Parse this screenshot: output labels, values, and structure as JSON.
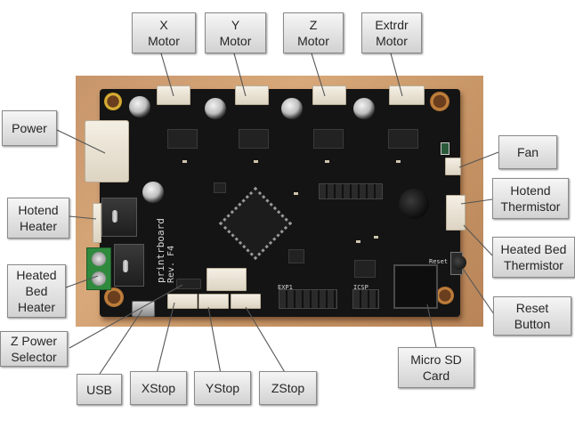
{
  "figure": {
    "board_name": "printrboard",
    "board_rev": "Rev. F4",
    "silkscreen": {
      "exp": "EXP1",
      "icsp": "ICSP",
      "reset": "Reset"
    },
    "colors": {
      "label_bg": "#e2e2e2",
      "label_border": "#8a8a8a",
      "leader_line": "#555555",
      "pcb": "#141414",
      "wood": "#c99868"
    }
  },
  "labels": {
    "x_motor": "X\nMotor",
    "y_motor": "Y\nMotor",
    "z_motor": "Z\nMotor",
    "extrdr_motor": "Extrdr\nMotor",
    "power": "Power",
    "hotend_heater": "Hotend\nHeater",
    "heated_bed_heater": "Heated\nBed\nHeater",
    "z_power_selector": "Z Power\nSelector",
    "usb": "USB",
    "xstop": "XStop",
    "ystop": "YStop",
    "zstop": "ZStop",
    "micro_sd_card": "Micro SD\nCard",
    "reset_button": "Reset\nButton",
    "fan": "Fan",
    "hotend_thermistor": "Hotend\nThermistor",
    "heated_bed_thermistor": "Heated Bed\nThermistor"
  }
}
